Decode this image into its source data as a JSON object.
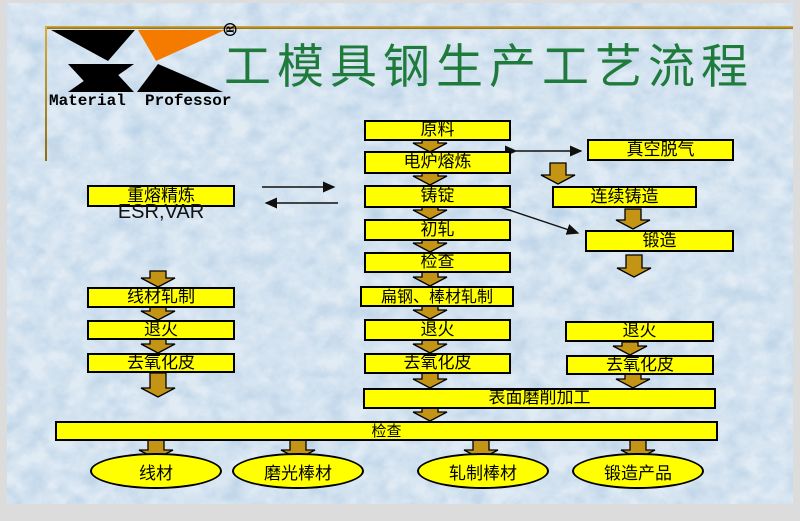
{
  "title": "工模具钢生产工艺流程",
  "logo": {
    "brand": "Material  Professor",
    "registered": "®"
  },
  "note_esr": "ESR,VAR",
  "boxes": {
    "raw_material": "原料",
    "electric_furnace": "电炉熔炼",
    "ingot_casting": "铸锭",
    "primary_rolling": "初轧",
    "inspection_mid": "检查",
    "flat_bar_rolling": "扁钢、棒材轧制",
    "annealing_mid": "退火",
    "descaling_mid": "去氧化皮",
    "remelt_refining": "重熔精炼",
    "wire_rolling": "线材轧制",
    "annealing_left": "退火",
    "descaling_left": "去氧化皮",
    "vacuum_degassing": "真空脱气",
    "continuous_casting": "连续铸造",
    "forging": "锻造",
    "annealing_right": "退火",
    "descaling_right": "去氧化皮",
    "surface_grinding": "表面磨削加工",
    "final_inspection": "检查"
  },
  "products": {
    "wire": "线材",
    "polished_bar": "磨光棒材",
    "rolled_bar": "轧制棒材",
    "forged_product": "锻造产品"
  },
  "colors": {
    "box_fill": "#ffff00",
    "box_border": "#000000",
    "block_arrow_fill": "#c49414",
    "title_green": "#1e7b3c",
    "logo_orange": "#f47b00",
    "logo_black": "#000000",
    "background_blue": "#bdd4e8",
    "gold_line": "#c79a28"
  }
}
